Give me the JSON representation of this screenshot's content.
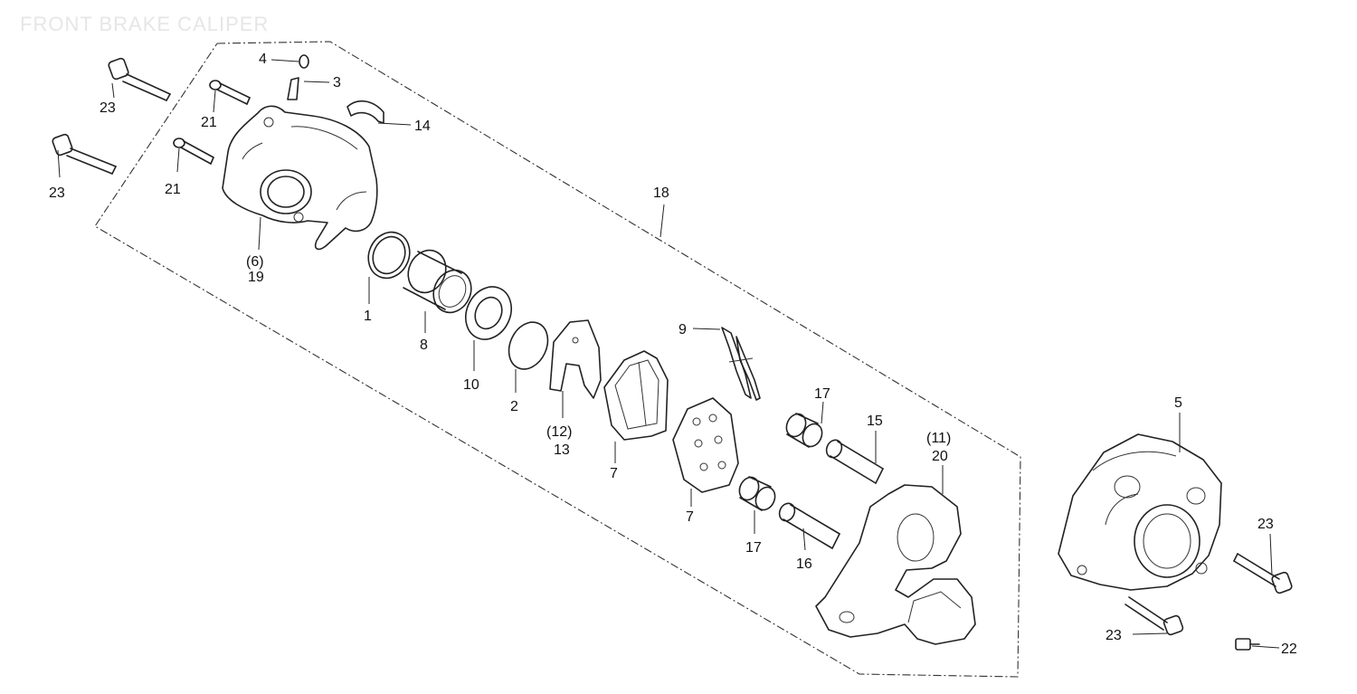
{
  "diagram": {
    "title": "FRONT BRAKE CALIPER",
    "callouts": [
      {
        "id": "c-23-a",
        "text": "23"
      },
      {
        "id": "c-23-b",
        "text": "23"
      },
      {
        "id": "c-21-a",
        "text": "21"
      },
      {
        "id": "c-21-b",
        "text": "21"
      },
      {
        "id": "c-4",
        "text": "4"
      },
      {
        "id": "c-3",
        "text": "3"
      },
      {
        "id": "c-14",
        "text": "14"
      },
      {
        "id": "c-6",
        "text": "(6)"
      },
      {
        "id": "c-19",
        "text": "19"
      },
      {
        "id": "c-1",
        "text": "1"
      },
      {
        "id": "c-8",
        "text": "8"
      },
      {
        "id": "c-10",
        "text": "10"
      },
      {
        "id": "c-2",
        "text": "2"
      },
      {
        "id": "c-12",
        "text": "(12)"
      },
      {
        "id": "c-13",
        "text": "13"
      },
      {
        "id": "c-18",
        "text": "18"
      },
      {
        "id": "c-9",
        "text": "9"
      },
      {
        "id": "c-7-a",
        "text": "7"
      },
      {
        "id": "c-7-b",
        "text": "7"
      },
      {
        "id": "c-17-a",
        "text": "17"
      },
      {
        "id": "c-17-b",
        "text": "17"
      },
      {
        "id": "c-15",
        "text": "15"
      },
      {
        "id": "c-16",
        "text": "16"
      },
      {
        "id": "c-11",
        "text": "(11)"
      },
      {
        "id": "c-20",
        "text": "20"
      },
      {
        "id": "c-5",
        "text": "5"
      },
      {
        "id": "c-23-c",
        "text": "23"
      },
      {
        "id": "c-23-d",
        "text": "23"
      },
      {
        "id": "c-22",
        "text": "22"
      }
    ]
  }
}
